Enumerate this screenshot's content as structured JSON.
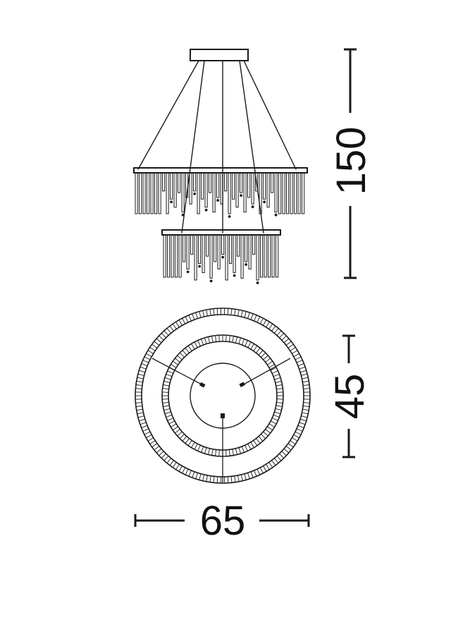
{
  "dimensions": {
    "height_label": "150",
    "inner_diameter_label": "45",
    "outer_diameter_label": "65"
  },
  "colors": {
    "line": "#1a1a1a",
    "background": "#ffffff"
  }
}
